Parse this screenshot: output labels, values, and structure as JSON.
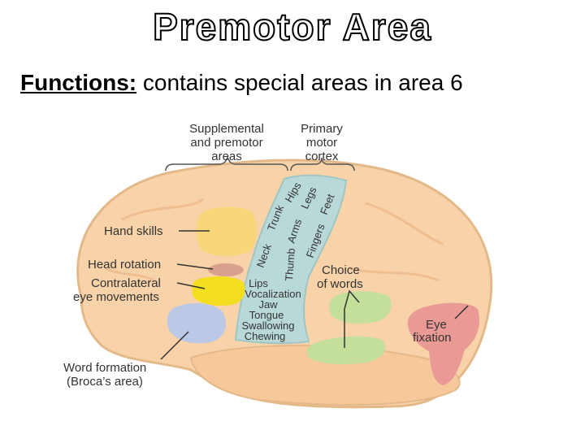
{
  "slide": {
    "title": "Premotor Area",
    "functions_label": "Functions:",
    "functions_text": "contains special areas in area 6"
  },
  "diagram": {
    "header_left": [
      "Supplemental",
      "and premotor",
      "areas"
    ],
    "header_right": [
      "Primary",
      "motor",
      "cortex"
    ],
    "hand_skills": "Hand skills",
    "head_rotation": "Head rotation",
    "contralateral": [
      "Contralateral",
      "eye movements"
    ],
    "word_formation": [
      "Word formation",
      "(Broca’s area)"
    ],
    "choice_of_words": [
      "Choice",
      "of words"
    ],
    "eye_fixation": [
      "Eye",
      "fixation"
    ],
    "strip_upper": [
      "Neck",
      "Trunk",
      "Hips",
      "Arms",
      "Legs",
      "Fingers",
      "Feet",
      "Thumb"
    ],
    "strip_lower": [
      "Lips",
      "Vocalization",
      "Jaw",
      "Tongue",
      "Swallowing",
      "Chewing"
    ],
    "colors": {
      "brain": "#f8d2a8",
      "brain_outline": "#e4b98a",
      "motor_strip": "#b9d9d8",
      "hand_area": "#f8d77a",
      "head_rotation_area": "#d9a08e",
      "eye_movement_area": "#f2de1f",
      "broca_area": "#bcc9e6",
      "choice_area": "#c3df9a",
      "eye_fixation_area": "#ea9a95"
    }
  }
}
